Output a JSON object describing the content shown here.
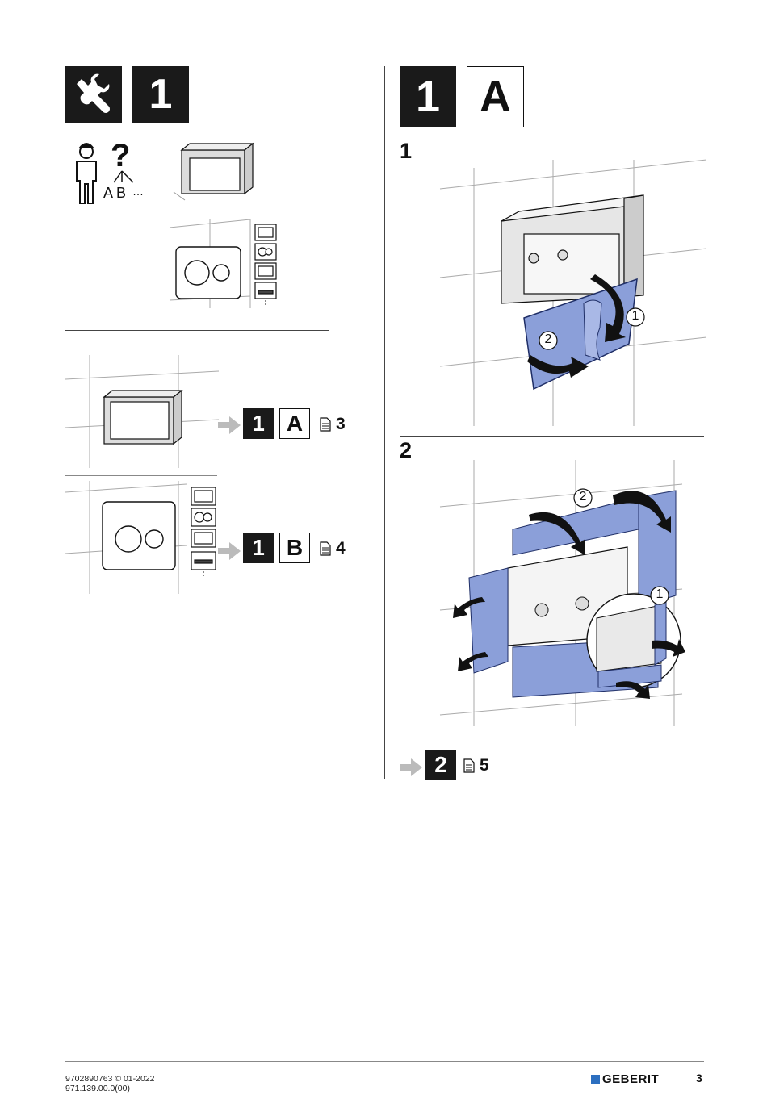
{
  "left": {
    "header": {
      "step_number": "1"
    },
    "labels": {
      "variants": "A B",
      "ellipsis": "…"
    },
    "option_a": {
      "step": "1",
      "letter": "A",
      "page": "3"
    },
    "option_b": {
      "step": "1",
      "letter": "B",
      "page": "4"
    }
  },
  "right": {
    "header": {
      "step_number": "1",
      "letter": "A"
    },
    "step1": {
      "label": "1",
      "callout1": "1",
      "callout2": "2"
    },
    "step2": {
      "label": "2",
      "callout1": "1",
      "callout2": "2"
    },
    "next": {
      "step": "2",
      "page": "5"
    }
  },
  "footer": {
    "doc_number": "9702890763 © 01-2022",
    "doc_code": "971.139.00.0(00)",
    "brand": "GEBERIT",
    "page_number": "3"
  },
  "colors": {
    "accent_blue": "#8b9fd9",
    "brand_blue": "#2c6fc0",
    "dark": "#1a1a1a"
  }
}
